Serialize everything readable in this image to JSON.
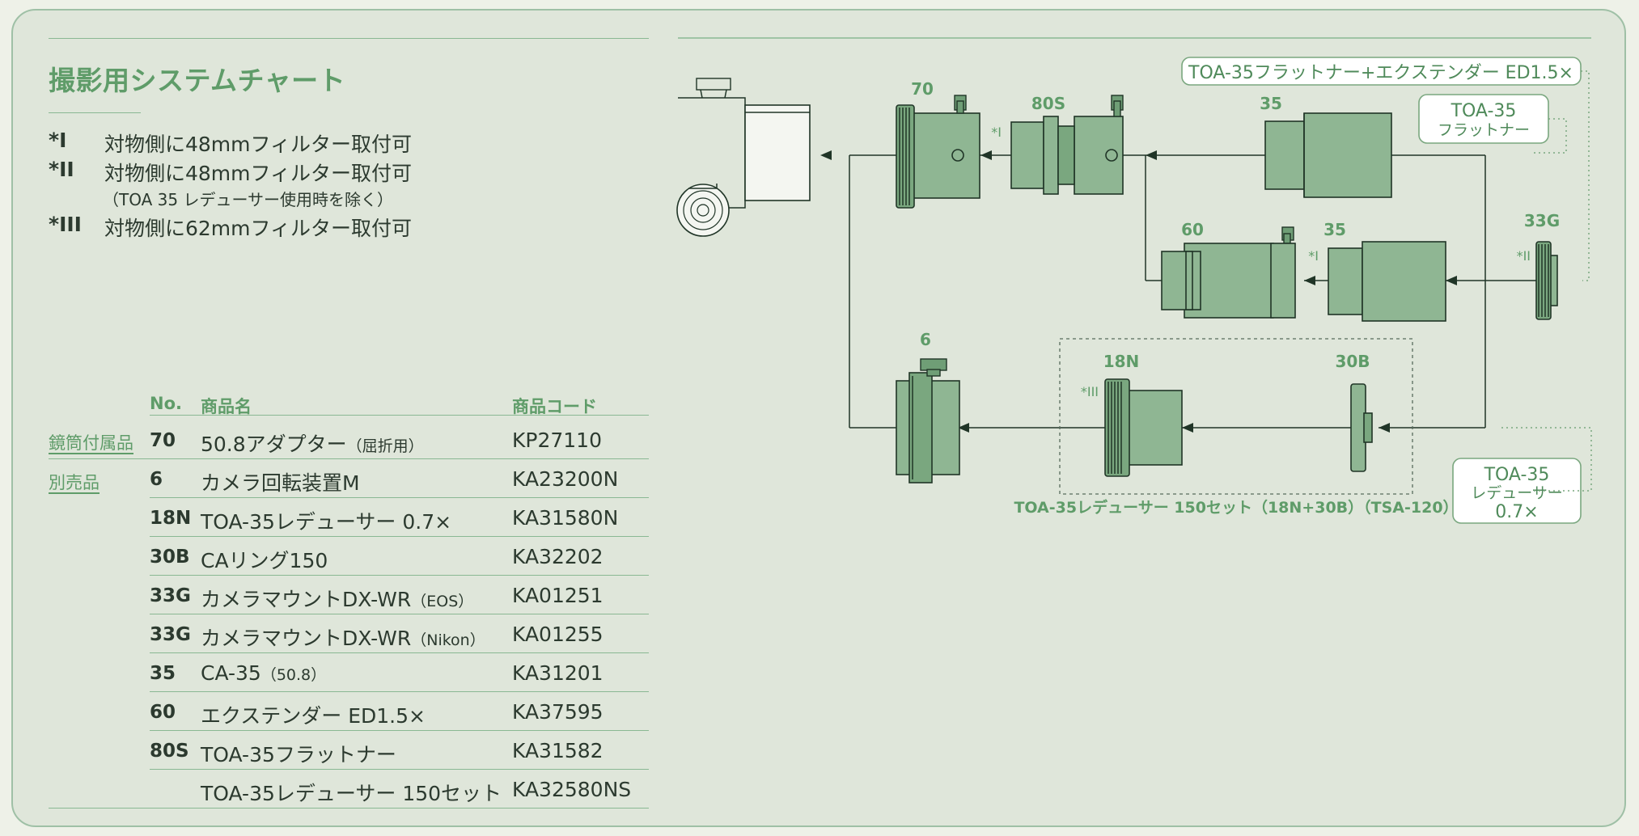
{
  "title": "撮影用システムチャート",
  "notes": [
    {
      "mark": "*I",
      "text": "対物側に48mmフィルター取付可"
    },
    {
      "mark": "*II",
      "text": "対物側に48mmフィルター取付可",
      "sub": "（TOA 35 レデューサー使用時を除く）"
    },
    {
      "mark": "*III",
      "text": "対物側に62mmフィルター取付可"
    }
  ],
  "table": {
    "headers": {
      "no": "No.",
      "name": "商品名",
      "code": "商品コード"
    },
    "categories": {
      "bundled": "鏡筒付属品",
      "separate": "別売品"
    },
    "rows": [
      {
        "no": "70",
        "name": "50.8アダプター",
        "note": "（屈折用）",
        "code": "KP27110"
      },
      {
        "no": "6",
        "name": "カメラ回転装置M",
        "note": "",
        "code": "KA23200N"
      },
      {
        "no": "18N",
        "name": "TOA-35レデューサー 0.7×",
        "note": "",
        "code": "KA31580N"
      },
      {
        "no": "30B",
        "name": "CAリング150",
        "note": "",
        "code": "KA32202"
      },
      {
        "no": "33G",
        "name": "カメラマウントDX-WR",
        "note": "（EOS）",
        "code": "KA01251"
      },
      {
        "no": "33G",
        "name": "カメラマウントDX-WR",
        "note": "（Nikon）",
        "code": "KA01255"
      },
      {
        "no": "35",
        "name": "CA-35",
        "note": "（50.8）",
        "code": "KA31201"
      },
      {
        "no": "60",
        "name": "エクステンダー ED1.5×",
        "note": "",
        "code": "KA37595"
      },
      {
        "no": "80S",
        "name": "TOA-35フラットナー",
        "note": "",
        "code": "KA31582"
      },
      {
        "no": "",
        "name": "TOA-35レデューサー 150セット",
        "note": "",
        "code": "KA32580NS"
      }
    ]
  },
  "diagram": {
    "parts": {
      "p70": "70",
      "p80s": "80S",
      "p35a": "35",
      "p60": "60",
      "p35b": "35",
      "p33g": "33G",
      "p6": "6",
      "p18n": "18N",
      "p30b": "30B"
    },
    "marks": {
      "m1a": "*I",
      "m1b": "*I",
      "m2": "*II",
      "m3": "*III"
    },
    "callouts": {
      "flattener_extender": "TOA-35フラットナー+エクステンダー ED1.5×",
      "flattener": [
        "TOA-35",
        "フラットナー"
      ],
      "reducer": [
        "TOA-35",
        "レデューサー",
        "0.7×"
      ]
    },
    "set_caption": "TOA-35レデューサー 150セット（18N+30B）（TSA-120）"
  },
  "colors": {
    "accent": "#5f9c69",
    "panel": "#dfe6da",
    "component": "#8fb693",
    "line": "#203527"
  }
}
